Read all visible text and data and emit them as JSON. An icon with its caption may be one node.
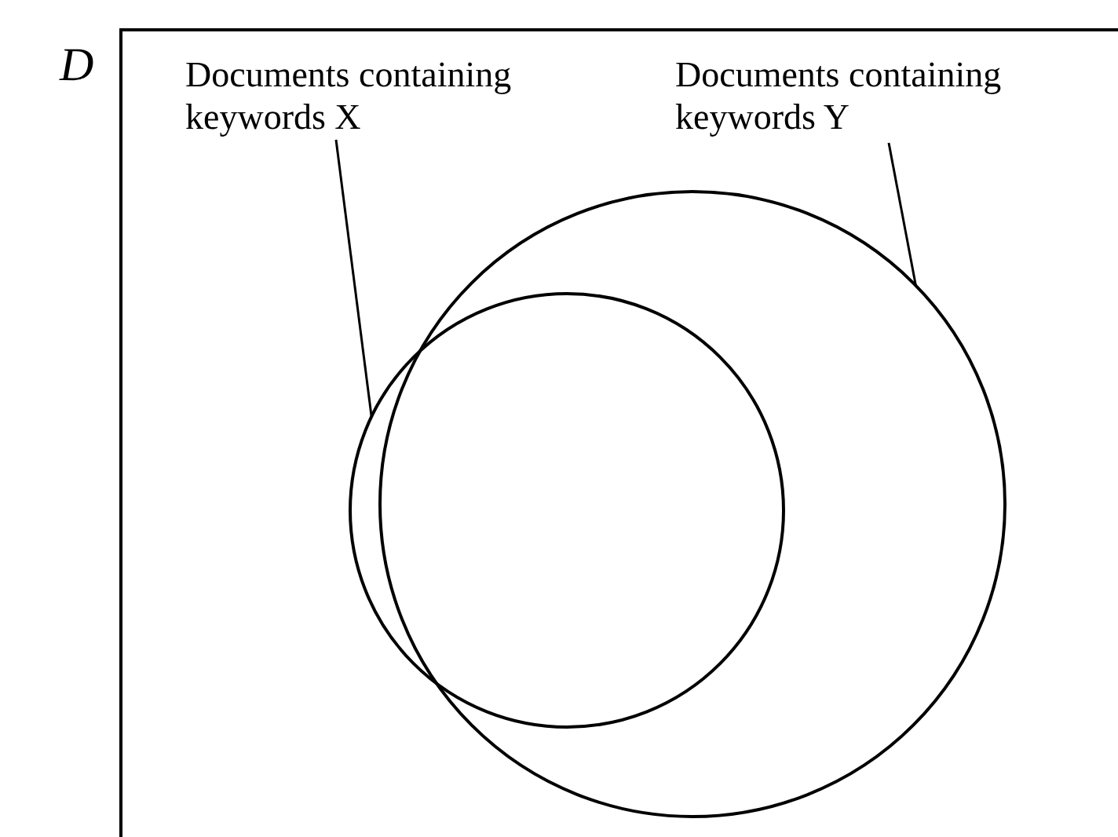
{
  "diagram": {
    "nodes": [
      {
        "text": [
          "D"
        ]
      },
      {
        "text": [
          "Documents containing keywords X"
        ],
        "in": 0
      },
      {
        "text": [
          "Documents containing keywords Y"
        ],
        "in": 0
      },
      {
        "text": [],
        "shape": "circle",
        "in": 0
      },
      {
        "text": [],
        "shape": "circle",
        "in": 0
      }
    ],
    "edges": [
      {
        "from": 1,
        "to": 3,
        "arrow": "none"
      },
      {
        "from": 2,
        "to": 4,
        "arrow": "none"
      }
    ]
  }
}
